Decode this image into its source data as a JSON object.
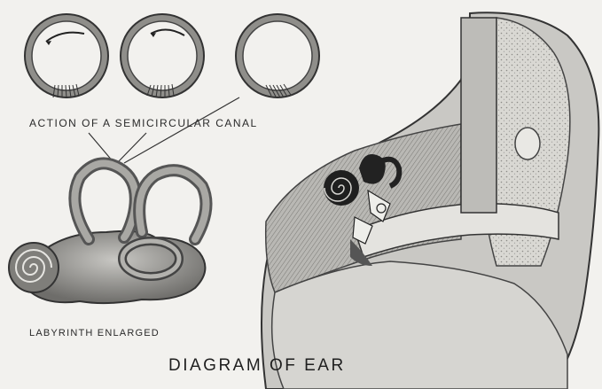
{
  "labels": {
    "canal_caption": "ACTION OF A SEMICIRCULAR CANAL",
    "labyrinth_caption": "LABYRINTH ENLARGED",
    "title": "DIAGRAM OF EAR"
  },
  "colors": {
    "background": "#f2f1ee",
    "ink": "#222222",
    "tissue_gray": "#9a9a98",
    "bone_light": "#dcdcd8"
  },
  "canal_states": 3
}
